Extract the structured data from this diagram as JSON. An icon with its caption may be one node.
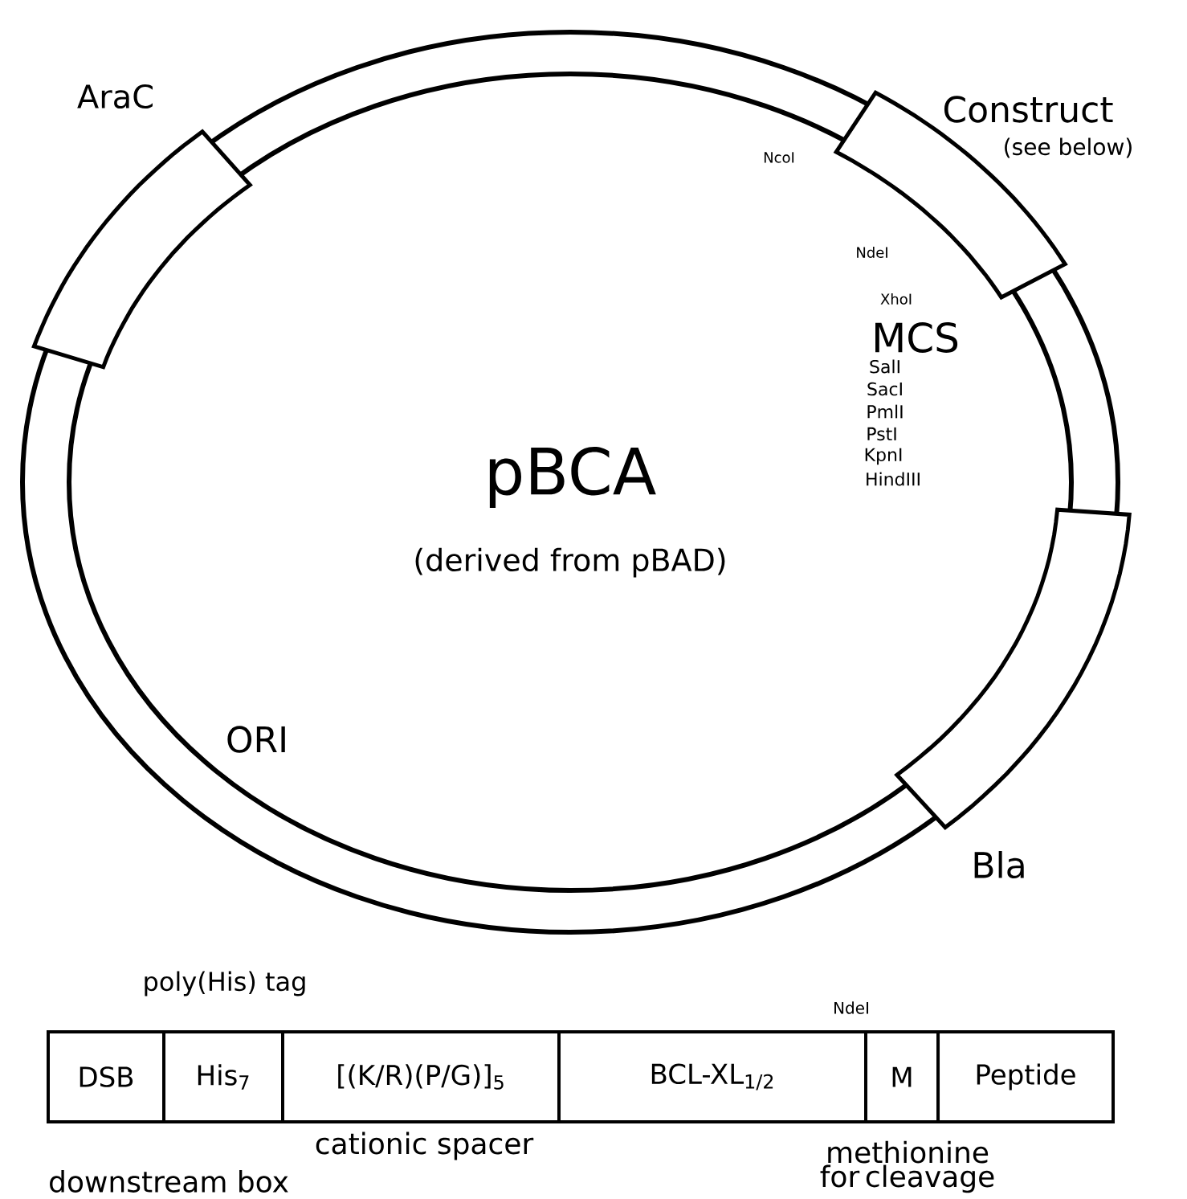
{
  "diagram": {
    "nodes": [
      {
        "text": [
          "AraC"
        ]
      },
      {
        "text": [
          "Construct",
          "(see below)"
        ]
      },
      {
        "text": [
          "Bla"
        ]
      },
      {
        "text": [
          "DSB"
        ],
        "beside": [
          "downstream box"
        ]
      },
      {
        "text": [
          "His$_{7}$"
        ],
        "beside": [
          "poly(His) tag"
        ]
      },
      {
        "text": [
          "[(K/R)(P/G)]$_{5}$"
        ],
        "beside": [
          "cationic spacer"
        ]
      },
      {
        "text": [
          "BCL-XL$_{1/2}$"
        ]
      },
      {
        "text": [
          "M"
        ],
        "beside": [
          "methionine for cleavage"
        ]
      },
      {
        "text": [
          "Peptide"
        ]
      }
    ],
    "labels": [
      "NcoI",
      "NdeI",
      "XhoI",
      "MCS",
      "SalI",
      "SacI",
      "PmlI",
      "PstI",
      "KpnI",
      "HindIII",
      "pBCA",
      "(derived from pBAD)",
      "ORI",
      "NdeI"
    ]
  }
}
